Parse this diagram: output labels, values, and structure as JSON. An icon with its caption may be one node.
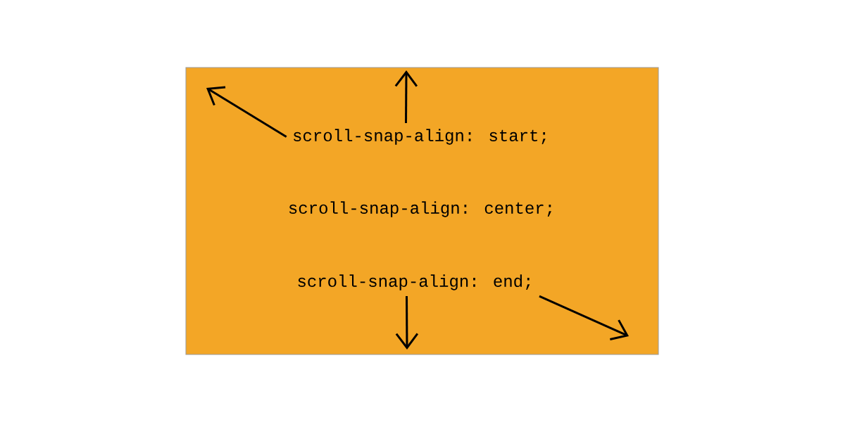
{
  "diagram": {
    "nodes": [
      {
        "text": [],
        "shape": "box"
      },
      {
        "text": [
          "scroll-snap-align: start;"
        ],
        "in": 0
      },
      {
        "text": [
          "scroll-snap-align: center;"
        ],
        "in": 0
      },
      {
        "text": [
          "scroll-snap-align: end;"
        ],
        "in": 0
      }
    ],
    "edges": [
      {
        "from": 1,
        "to": null,
        "arrow": "to"
      },
      {
        "from": 1,
        "to": null,
        "arrow": "to"
      },
      {
        "from": 3,
        "to": null,
        "arrow": "to"
      },
      {
        "from": 3,
        "to": null,
        "arrow": "to"
      }
    ]
  }
}
